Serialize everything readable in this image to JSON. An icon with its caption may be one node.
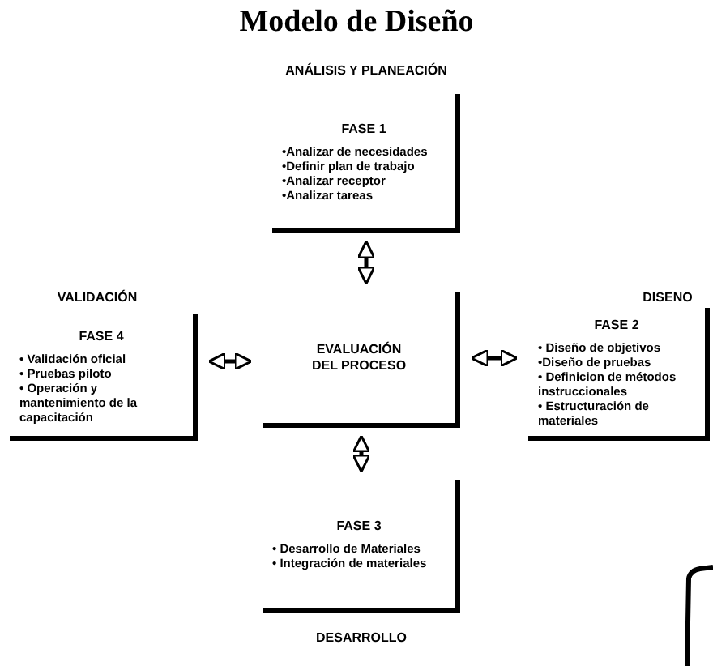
{
  "diagram": {
    "title": "Modelo de Diseño",
    "nodes": [
      {
        "text": [
          "ANÁLISIS Y PLANEACIÓN",
          "FASE 1",
          "•Analizar de necesidades",
          "•Definir plan de trabajo",
          "•Analizar receptor",
          "•Analizar tareas"
        ]
      },
      {
        "text": [
          "VALIDACIÓN",
          "FASE 4",
          "• Validación oficial",
          "• Pruebas piloto",
          "• Operación y mantenimiento de la capacitación"
        ]
      },
      {
        "text": [
          "EVALUACIÓN DEL PROCESO"
        ]
      },
      {
        "text": [
          "DISENO",
          "FASE 2",
          "• Diseño de objetivos",
          "•Diseño de pruebas",
          "• Definicion de métodos instruccionales",
          "• Estructuración de materiales"
        ]
      },
      {
        "text": [
          "FASE 3",
          "• Desarrollo de Materiales",
          "• Integración de materiales",
          "DESARROLLO"
        ]
      }
    ],
    "edges": [
      {
        "from": 0,
        "to": 2,
        "arrow": "both"
      },
      {
        "from": 1,
        "to": 2,
        "arrow": "both"
      },
      {
        "from": 2,
        "to": 3,
        "arrow": "both"
      },
      {
        "from": 2,
        "to": 4,
        "arrow": "both"
      }
    ]
  }
}
